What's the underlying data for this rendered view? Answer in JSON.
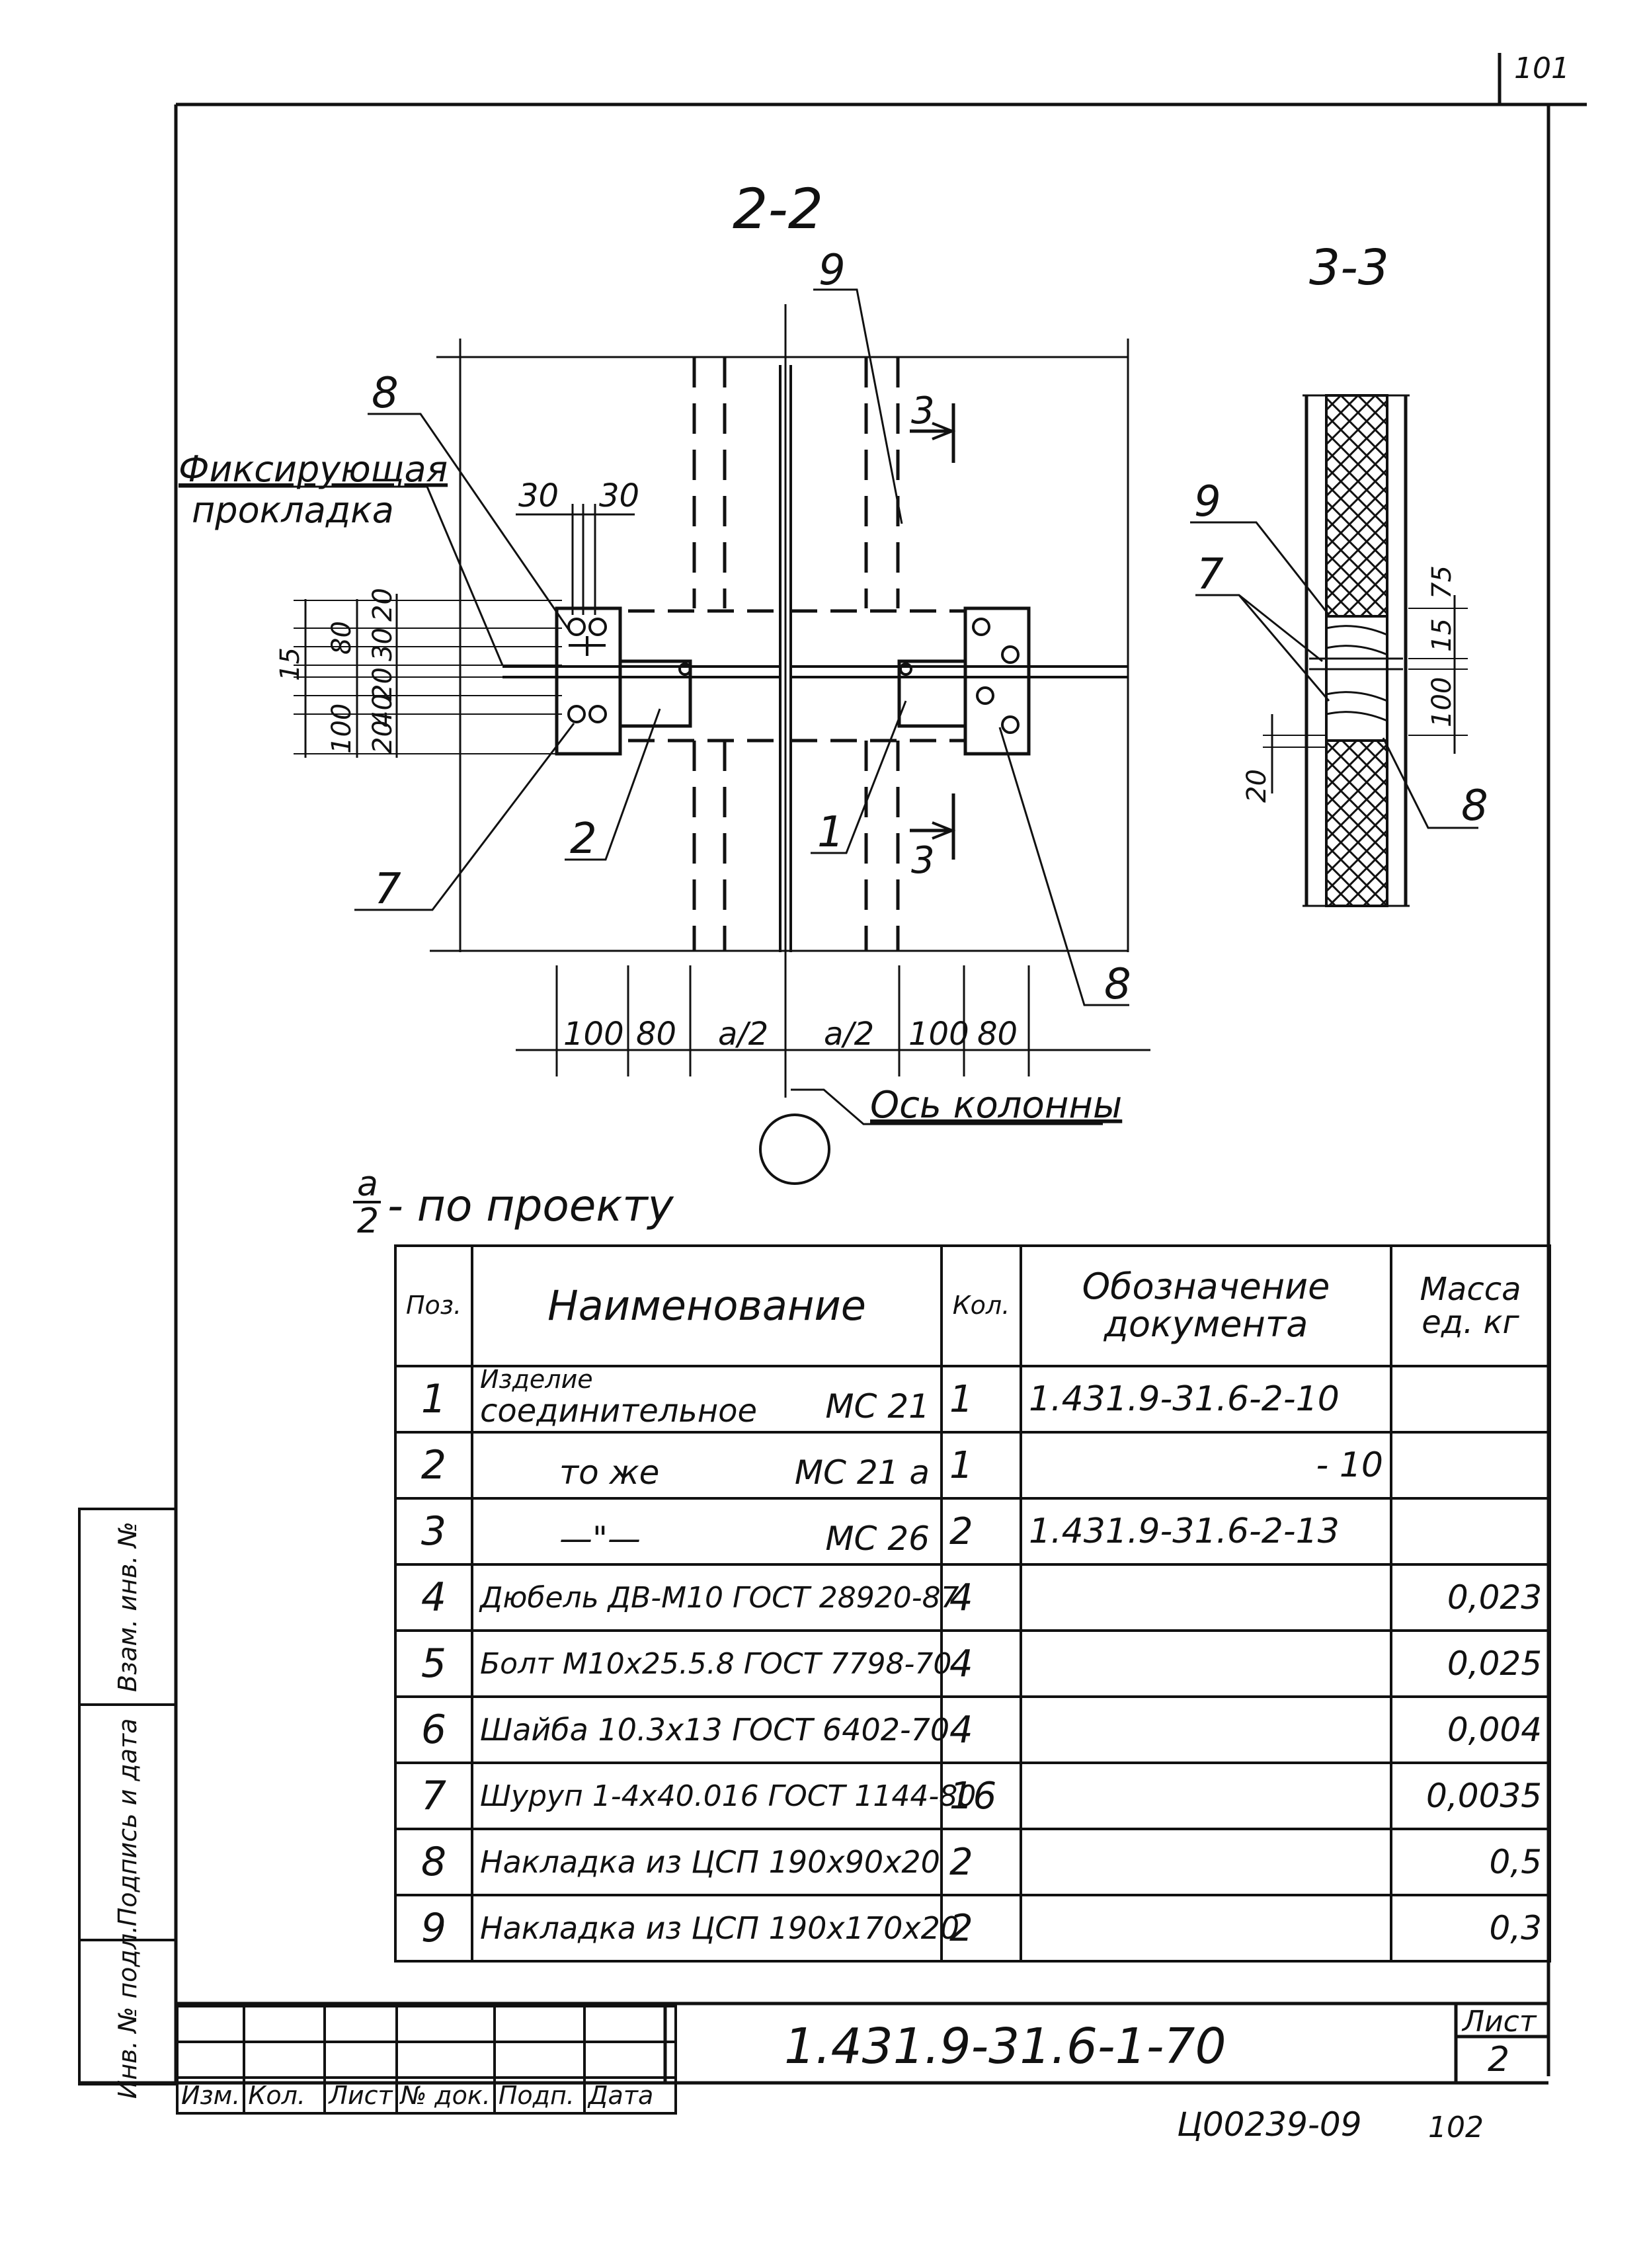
{
  "page": {
    "page_number": "101",
    "bottom_archive_code": "Ц00239-09",
    "bottom_archive_number": "102"
  },
  "section_2_2": {
    "title": "2-2",
    "fixing_label_line1": "Фиксирующая",
    "fixing_label_line2": "прокладка",
    "callout_9": "9",
    "callout_8_top": "8",
    "callout_8_bottom": "8",
    "callout_2": "2",
    "callout_1": "1",
    "callout_7": "7",
    "cut_3_top": "3",
    "cut_3_bottom": "3",
    "dim_30_left": "30",
    "dim_30_right": "30",
    "dim_20_top": "20",
    "dim_80": "80",
    "dim_30_v": "30",
    "dim_15": "15",
    "dim_20_mid": "20",
    "dim_40": "40",
    "dim_20_low": "20",
    "dim_100_v": "100",
    "bottom_dims": [
      "100",
      "80",
      "a/2",
      "a/2",
      "100",
      "80"
    ],
    "axis_label": "Ось колонны"
  },
  "section_3_3": {
    "title": "3-3",
    "callout_9": "9",
    "callout_7": "7",
    "callout_8": "8",
    "dim_75": "75",
    "dim_15": "15",
    "dim_100": "100",
    "dim_20": "20"
  },
  "note": {
    "fraction_numerator": "a",
    "fraction_denominator": "2",
    "text": "- по проекту"
  },
  "spec_table": {
    "headers": {
      "pos": "Поз.",
      "name": "Наименование",
      "qty": "Кол.",
      "doc": "Обозначение документа",
      "mass": "Масса ед. кг"
    },
    "rows": [
      {
        "pos": "1",
        "name_line1": "Изделие",
        "name_line2": "соединительное",
        "mark": "МС 21",
        "qty": "1",
        "doc": "1.431.9-31.6-2-10",
        "mass": ""
      },
      {
        "pos": "2",
        "name": "то же",
        "mark": "МС 21 а",
        "qty": "1",
        "doc": "- 10",
        "mass": ""
      },
      {
        "pos": "3",
        "name": "—\"—",
        "mark": "МС 26",
        "qty": "2",
        "doc": "1.431.9-31.6-2-13",
        "mass": ""
      },
      {
        "pos": "4",
        "name": "Дюбель ДВ-М10 ГОСТ 28920-87",
        "qty": "4",
        "doc": "",
        "mass": "0,023"
      },
      {
        "pos": "5",
        "name": "Болт М10х25.5.8 ГОСТ 7798-70",
        "qty": "4",
        "doc": "",
        "mass": "0,025"
      },
      {
        "pos": "6",
        "name": "Шайба 10.3х13 ГОСТ 6402-70",
        "qty": "4",
        "doc": "",
        "mass": "0,004"
      },
      {
        "pos": "7",
        "name": "Шуруп 1-4х40.016 ГОСТ 1144-80",
        "qty": "16",
        "doc": "",
        "mass": "0,0035"
      },
      {
        "pos": "8",
        "name": "Накладка из ЦСП 190х90х20",
        "qty": "2",
        "doc": "",
        "mass": "0,5"
      },
      {
        "pos": "9",
        "name": "Накладка из ЦСП 190х170х20",
        "qty": "2",
        "doc": "",
        "mass": "0,3"
      }
    ]
  },
  "title_block": {
    "designation": "1.431.9-31.6-1-70",
    "sheet_label": "Лист",
    "sheet_number": "2",
    "columns": [
      "Изм.",
      "Кол.",
      "Лист",
      "№ док.",
      "Подп.",
      "Дата"
    ]
  },
  "side_stamp": {
    "inv_original": "Инв. № подл.",
    "signature_date": "Подпись и дата",
    "replaced_inv": "Взам. инв. №"
  }
}
